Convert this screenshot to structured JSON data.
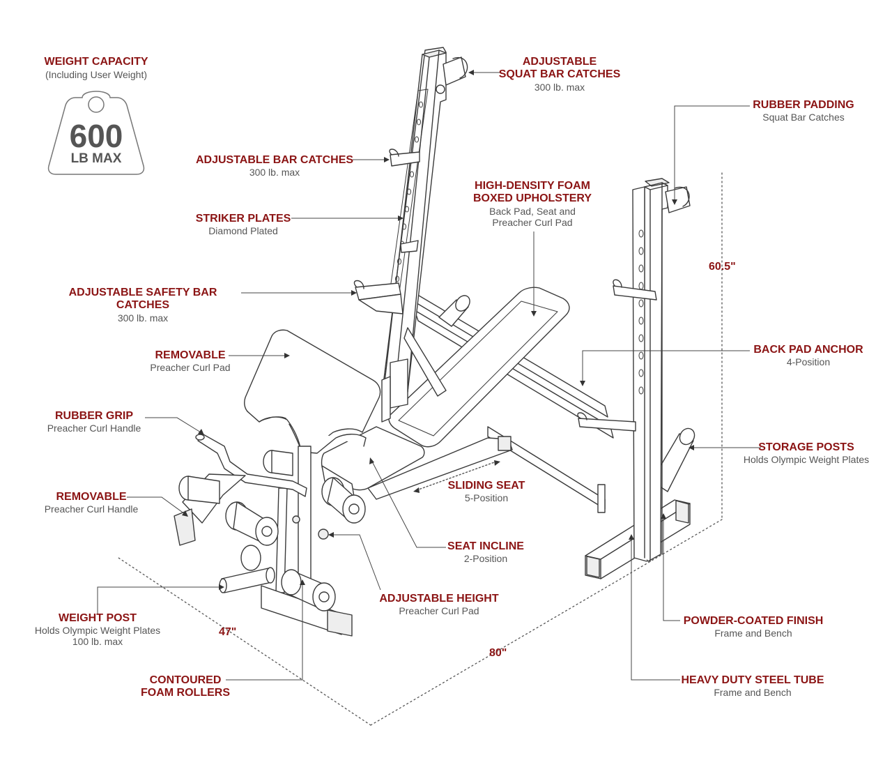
{
  "colors": {
    "label": "#8b1414",
    "sub": "#555555",
    "line": "#444444",
    "frame": "#3a3a3a"
  },
  "weight_capacity": {
    "title": "WEIGHT CAPACITY",
    "subtitle": "(Including User Weight)",
    "number": "600",
    "unit": "LB MAX",
    "icon": "weight-icon"
  },
  "dimensions": {
    "height": "60.5\"",
    "depth": "47\"",
    "width": "80\""
  },
  "callouts": [
    {
      "id": "squat-bar-catches",
      "title": "ADJUSTABLE\nSQUAT BAR CATCHES",
      "sub": "300 lb. max"
    },
    {
      "id": "rubber-padding",
      "title": "RUBBER PADDING",
      "sub": "Squat Bar Catches"
    },
    {
      "id": "bar-catches",
      "title": "ADJUSTABLE BAR CATCHES",
      "sub": "300 lb. max"
    },
    {
      "id": "upholstery",
      "title": "HIGH-DENSITY FOAM\nBOXED UPHOLSTERY",
      "sub": "Back Pad, Seat and\nPreacher Curl Pad"
    },
    {
      "id": "striker-plates",
      "title": "STRIKER PLATES",
      "sub": "Diamond Plated"
    },
    {
      "id": "safety-bar-catches",
      "title": "ADJUSTABLE SAFETY BAR CATCHES",
      "sub": "300 lb. max"
    },
    {
      "id": "back-pad-anchor",
      "title": "BACK PAD ANCHOR",
      "sub": "4-Position"
    },
    {
      "id": "removable-pad",
      "title": "REMOVABLE",
      "sub": "Preacher Curl Pad"
    },
    {
      "id": "rubber-grip",
      "title": "RUBBER GRIP",
      "sub": "Preacher Curl Handle"
    },
    {
      "id": "storage-posts",
      "title": "STORAGE POSTS",
      "sub": "Holds Olympic Weight Plates"
    },
    {
      "id": "sliding-seat",
      "title": "SLIDING SEAT",
      "sub": "5-Position"
    },
    {
      "id": "removable-handle",
      "title": "REMOVABLE",
      "sub": "Preacher Curl Handle"
    },
    {
      "id": "seat-incline",
      "title": "SEAT INCLINE",
      "sub": "2-Position"
    },
    {
      "id": "adjustable-height",
      "title": "ADJUSTABLE HEIGHT",
      "sub": "Preacher Curl Pad"
    },
    {
      "id": "weight-post",
      "title": "WEIGHT POST",
      "sub": "Holds Olympic Weight Plates\n100 lb. max"
    },
    {
      "id": "powder-coated",
      "title": "POWDER-COATED FINISH",
      "sub": "Frame and Bench"
    },
    {
      "id": "foam-rollers",
      "title": "CONTOURED\nFOAM ROLLERS",
      "sub": ""
    },
    {
      "id": "steel-tube",
      "title": "HEAVY DUTY STEEL TUBE",
      "sub": "Frame and Bench"
    }
  ]
}
